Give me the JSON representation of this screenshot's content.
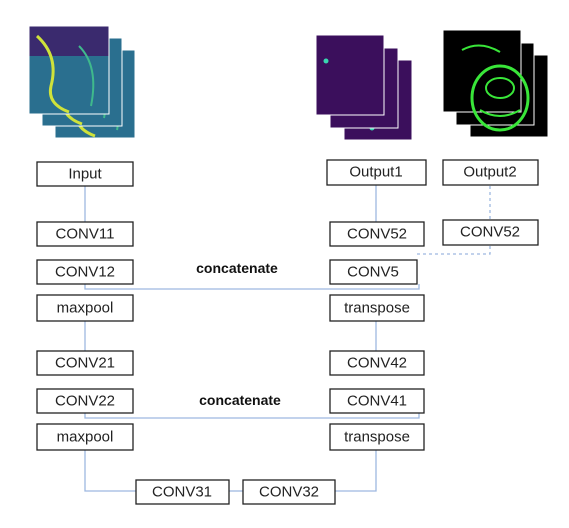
{
  "diagram": {
    "blocks": {
      "input": "Input",
      "conv11": "CONV11",
      "conv12": "CONV12",
      "maxpool1": "maxpool",
      "conv21": "CONV21",
      "conv22": "CONV22",
      "maxpool2": "maxpool",
      "conv31": "CONV31",
      "conv32": "CONV32",
      "transpose1": "transpose",
      "conv41": "CONV41",
      "conv42": "CONV42",
      "transpose2": "transpose",
      "conv5": "CONV5",
      "conv52_left": "CONV52",
      "conv52_right": "CONV52",
      "output1": "Output1",
      "output2": "Output2"
    },
    "concat_top": "concatenate",
    "concat_bottom": "concatenate",
    "colors": {
      "connector": "#9db8e0",
      "input_stack_bg": "#2a6f8f",
      "output1_stack_bg": "#3b0f5c",
      "output2_stack_bg": "#000000",
      "output2_accent": "#39e639"
    },
    "images": {
      "input_stack": "input-ct-slice-stack",
      "output1_stack": "output1-heatmap-stack",
      "output2_stack": "output2-segmentation-stack"
    }
  }
}
